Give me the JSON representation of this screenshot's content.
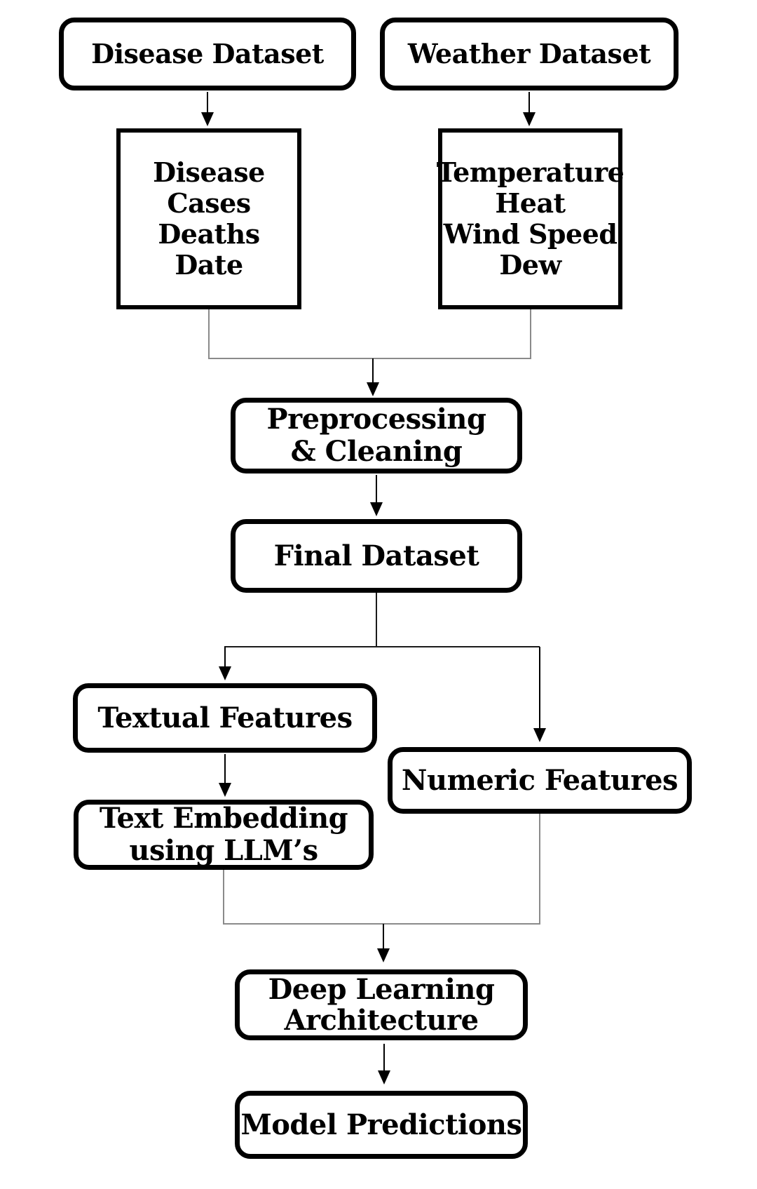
{
  "diagram": {
    "title": "Disease prediction pipeline flowchart",
    "background_color": "#ffffff",
    "node_border_color": "#000000",
    "text_color": "#000000",
    "connector_color": "#8a8a8a",
    "arrow_color": "#000000",
    "nodes": {
      "disease_dataset": {
        "label": "Disease Dataset",
        "shape": "rounded"
      },
      "weather_dataset": {
        "label": "Weather Dataset",
        "shape": "rounded"
      },
      "disease_fields": {
        "lines": [
          "Disease",
          "Cases",
          "Deaths",
          "Date"
        ],
        "shape": "rect"
      },
      "weather_fields": {
        "lines": [
          "Temperature",
          "Heat",
          "Wind Speed",
          "Dew"
        ],
        "shape": "rect"
      },
      "preprocessing": {
        "lines": [
          "Preprocessing",
          "& Cleaning"
        ],
        "shape": "rounded"
      },
      "final_dataset": {
        "label": "Final Dataset",
        "shape": "rounded"
      },
      "textual_features": {
        "label": "Textual Features",
        "shape": "rounded"
      },
      "text_embedding": {
        "lines": [
          "Text Embedding",
          "using LLM’s"
        ],
        "shape": "rounded"
      },
      "numeric_features": {
        "label": "Numeric Features",
        "shape": "rounded"
      },
      "deep_learning": {
        "lines": [
          "Deep Learning",
          "Architecture"
        ],
        "shape": "rounded"
      },
      "model_predictions": {
        "label": "Model Predictions",
        "shape": "rounded"
      }
    },
    "edges": [
      {
        "from": "disease_dataset",
        "to": "disease_fields"
      },
      {
        "from": "weather_dataset",
        "to": "weather_fields"
      },
      {
        "from": "disease_fields",
        "to": "preprocessing"
      },
      {
        "from": "weather_fields",
        "to": "preprocessing"
      },
      {
        "from": "preprocessing",
        "to": "final_dataset"
      },
      {
        "from": "final_dataset",
        "to": "textual_features"
      },
      {
        "from": "final_dataset",
        "to": "numeric_features"
      },
      {
        "from": "textual_features",
        "to": "text_embedding"
      },
      {
        "from": "text_embedding",
        "to": "deep_learning"
      },
      {
        "from": "numeric_features",
        "to": "deep_learning"
      },
      {
        "from": "deep_learning",
        "to": "model_predictions"
      }
    ]
  }
}
